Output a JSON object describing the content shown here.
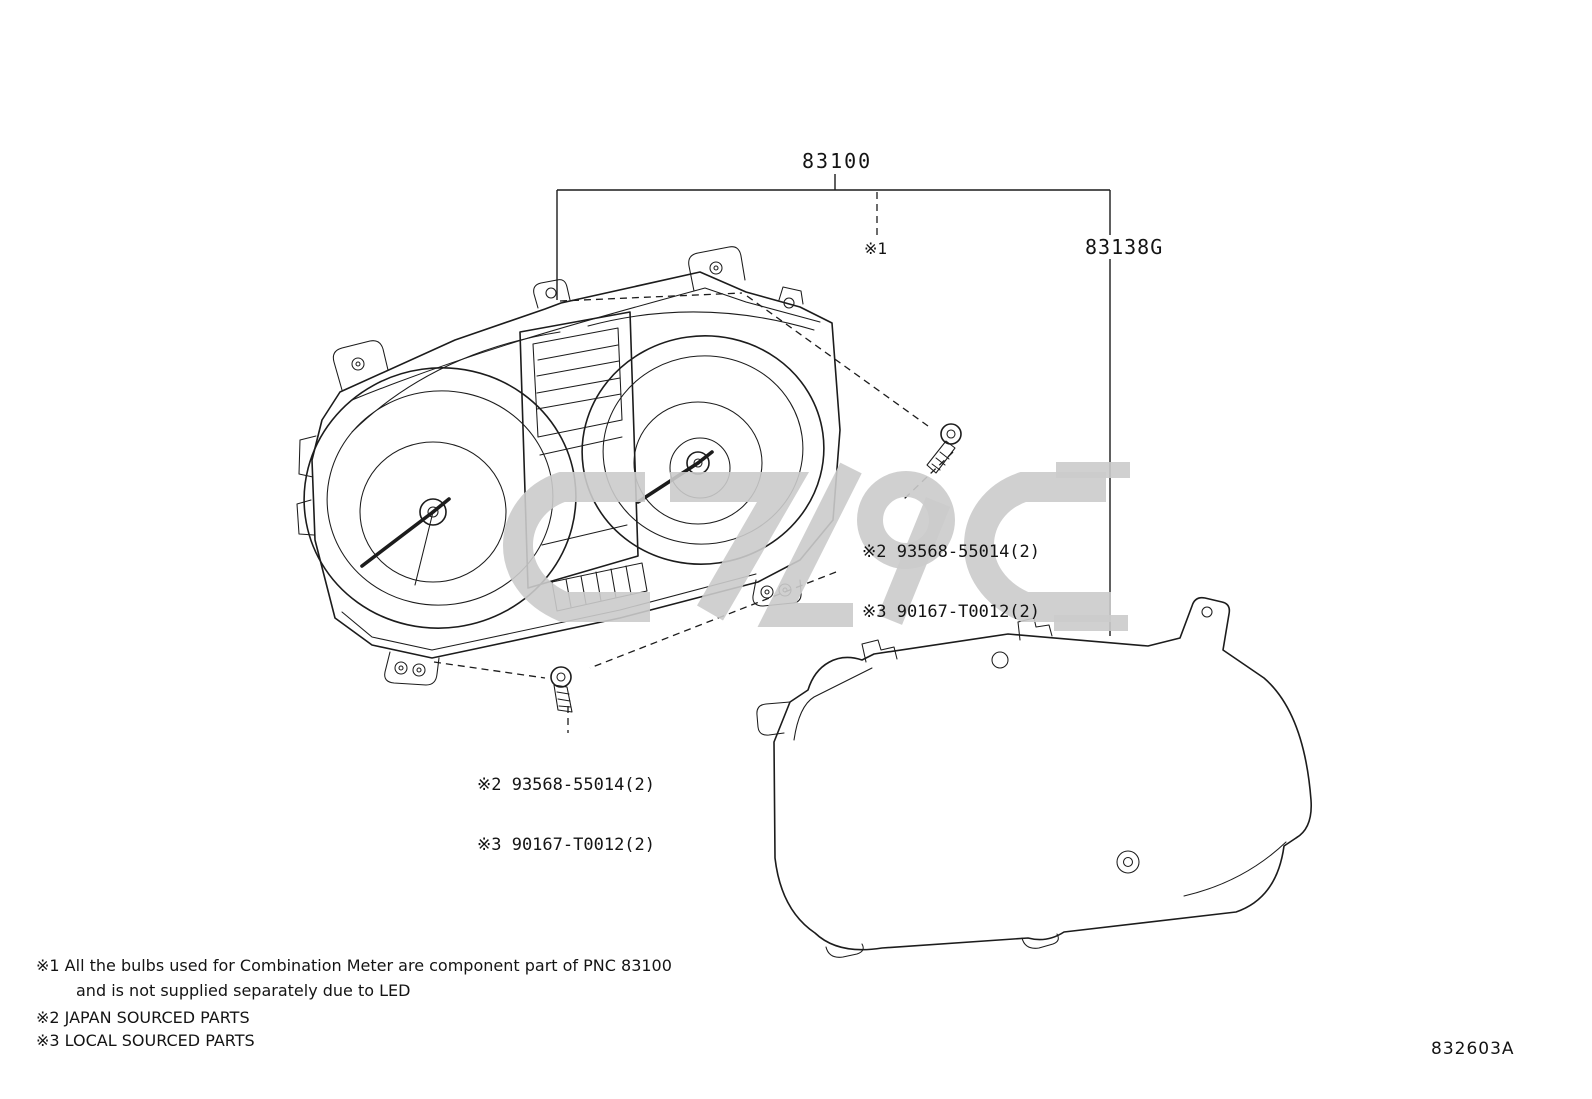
{
  "labels": {
    "main_part": "83100",
    "cover_part": "83138G",
    "bulb_ref": "※1",
    "screw_right_line1": "※2 93568-55014(2)",
    "screw_right_line2": "※3 90167-T0012(2)",
    "screw_left_line1": "※2 93568-55014(2)",
    "screw_left_line2": "※3 90167-T0012(2)"
  },
  "footnotes": {
    "note1_line1": "※1 All the bulbs used for Combination Meter are component part of PNC 83100",
    "note1_line2": "and is not supplied separately due to LED",
    "note2": "※2 JAPAN SOURCED PARTS",
    "note3": "※3 LOCAL SOURCED PARTS"
  },
  "diagram_code": "832603A",
  "colors": {
    "line": "#1c1c1c",
    "watermark": "#cbcbcb",
    "background": "#ffffff"
  }
}
